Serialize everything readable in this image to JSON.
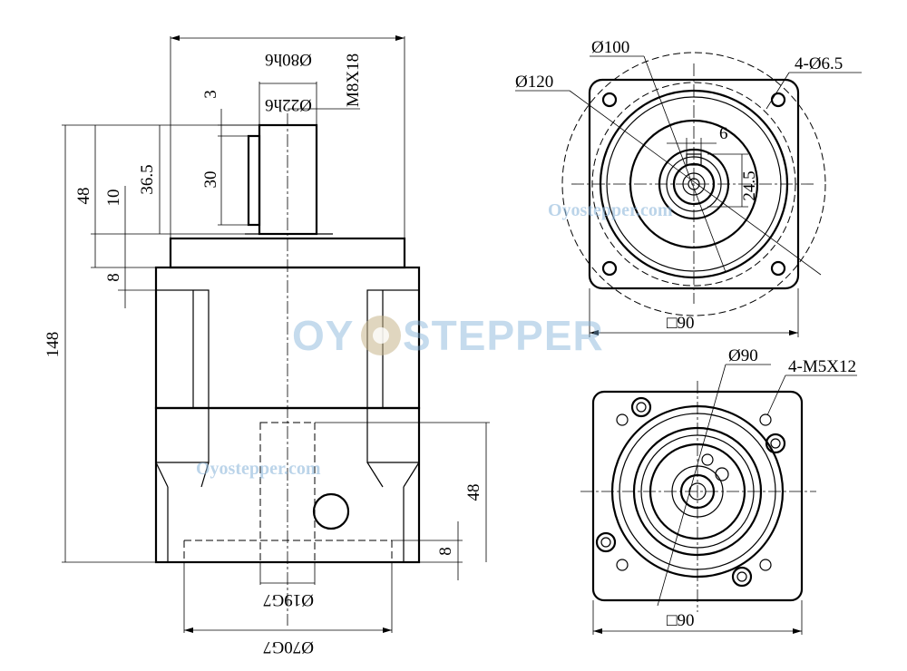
{
  "side_view": {
    "flange_dim": "Ø80h6",
    "shaft_dim": "Ø22h6",
    "thread": "M8X18",
    "key_offset": "3",
    "key_length": "30",
    "shaft_len_48": "48",
    "shaft_len_36_5": "36.5",
    "flange_thk_10": "10",
    "flange_thk_8": "8",
    "total_length": "148",
    "motor_depth": "48",
    "spigot_depth": "8",
    "bore_dim": "Ø19G7",
    "spigot_dim": "Ø70G7"
  },
  "front_view": {
    "bolt_circle": "Ø100",
    "flange_circle": "Ø120",
    "holes": "4-Ø6.5",
    "key_width": "6",
    "key_height": "24.5",
    "square": "□90"
  },
  "rear_view": {
    "bolt_circle": "Ø90",
    "holes": "4-M5X12",
    "square": "□90"
  },
  "watermark": {
    "logo_left": "OY",
    "logo_right": "STEPPER",
    "site1": "Oyostepper.com",
    "site2": "Oyostepper.com"
  }
}
